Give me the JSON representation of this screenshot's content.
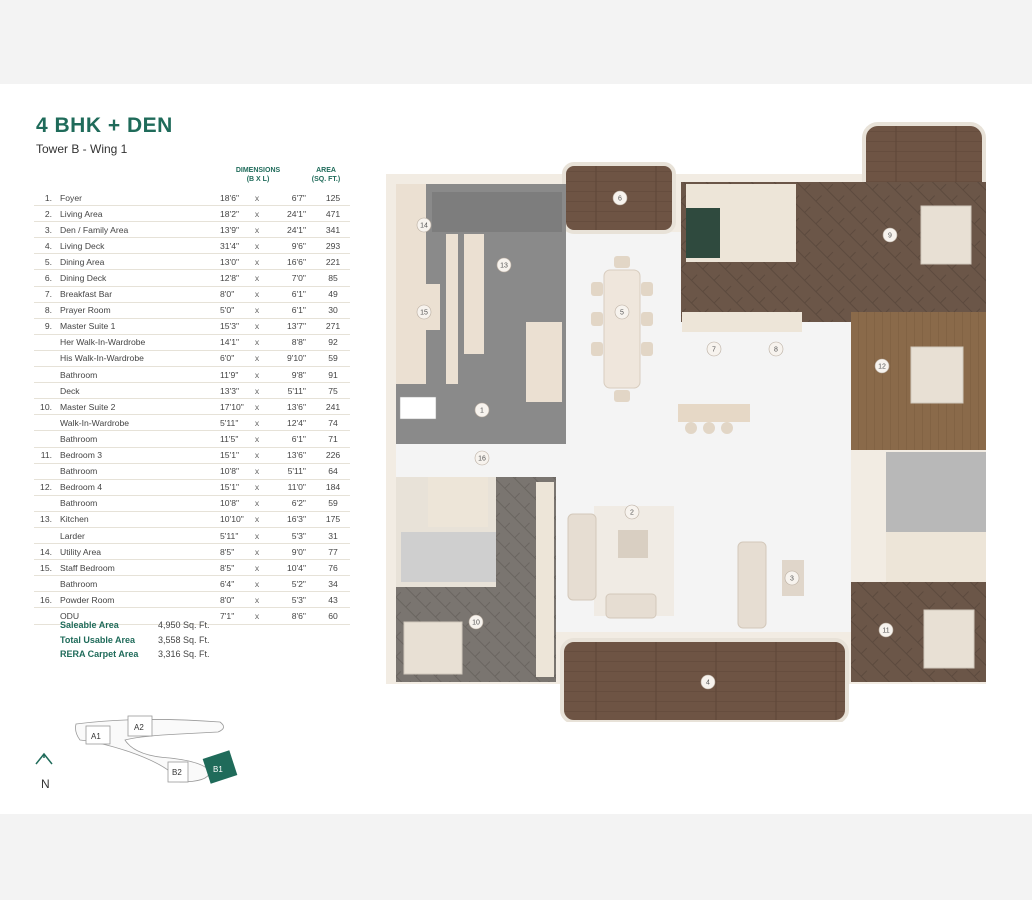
{
  "header": {
    "title": "4 BHK + DEN",
    "subtitle": "Tower B - Wing 1"
  },
  "table": {
    "col_dim_line1": "DIMENSIONS",
    "col_dim_line2": "(B X L)",
    "col_area_line1": "AREA",
    "col_area_line2": "(SQ. FT.)",
    "separator": "x",
    "rows": [
      {
        "num": "1.",
        "name": "Foyer",
        "b": "18'6\"",
        "l": "6'7\"",
        "area": "125"
      },
      {
        "num": "2.",
        "name": "Living Area",
        "b": "18'2\"",
        "l": "24'1\"",
        "area": "471"
      },
      {
        "num": "3.",
        "name": "Den / Family Area",
        "b": "13'9\"",
        "l": "24'1\"",
        "area": "341"
      },
      {
        "num": "4.",
        "name": "Living Deck",
        "b": "31'4\"",
        "l": "9'6\"",
        "area": "293"
      },
      {
        "num": "5.",
        "name": "Dining Area",
        "b": "13'0\"",
        "l": "16'6\"",
        "area": "221"
      },
      {
        "num": "6.",
        "name": "Dining Deck",
        "b": "12'8\"",
        "l": "7'0\"",
        "area": "85"
      },
      {
        "num": "7.",
        "name": "Breakfast Bar",
        "b": "8'0\"",
        "l": "6'1\"",
        "area": "49"
      },
      {
        "num": "8.",
        "name": "Prayer Room",
        "b": "5'0\"",
        "l": "6'1\"",
        "area": "30"
      },
      {
        "num": "9.",
        "name": "Master Suite 1",
        "b": "15'3\"",
        "l": "13'7\"",
        "area": "271"
      },
      {
        "num": "",
        "name": "Her Walk-In-Wardrobe",
        "b": "14'1\"",
        "l": "8'8\"",
        "area": "92"
      },
      {
        "num": "",
        "name": "His Walk-In-Wardrobe",
        "b": "6'0\"",
        "l": "9'10\"",
        "area": "59"
      },
      {
        "num": "",
        "name": "Bathroom",
        "b": "11'9\"",
        "l": "9'8\"",
        "area": "91"
      },
      {
        "num": "",
        "name": "Deck",
        "b": "13'3\"",
        "l": "5'11\"",
        "area": "75"
      },
      {
        "num": "10.",
        "name": "Master Suite 2",
        "b": "17'10\"",
        "l": "13'6\"",
        "area": "241"
      },
      {
        "num": "",
        "name": "Walk-In-Wardrobe",
        "b": "5'11\"",
        "l": "12'4\"",
        "area": "74"
      },
      {
        "num": "",
        "name": "Bathroom",
        "b": "11'5\"",
        "l": "6'1\"",
        "area": "71"
      },
      {
        "num": "11.",
        "name": "Bedroom 3",
        "b": "15'1\"",
        "l": "13'6\"",
        "area": "226"
      },
      {
        "num": "",
        "name": "Bathroom",
        "b": "10'8\"",
        "l": "5'11\"",
        "area": "64"
      },
      {
        "num": "12.",
        "name": "Bedroom 4",
        "b": "15'1\"",
        "l": "11'0\"",
        "area": "184"
      },
      {
        "num": "",
        "name": "Bathroom",
        "b": "10'8\"",
        "l": "6'2\"",
        "area": "59"
      },
      {
        "num": "13.",
        "name": "Kitchen",
        "b": "10'10\"",
        "l": "16'3\"",
        "area": "175"
      },
      {
        "num": "",
        "name": "Larder",
        "b": "5'11\"",
        "l": "5'3\"",
        "area": "31"
      },
      {
        "num": "14.",
        "name": "Utility Area",
        "b": "8'5\"",
        "l": "9'0\"",
        "area": "77"
      },
      {
        "num": "15.",
        "name": "Staff Bedroom",
        "b": "8'5\"",
        "l": "10'4\"",
        "area": "76"
      },
      {
        "num": "",
        "name": "Bathroom",
        "b": "6'4\"",
        "l": "5'2\"",
        "area": "34"
      },
      {
        "num": "16.",
        "name": "Powder Room",
        "b": "8'0\"",
        "l": "5'3\"",
        "area": "43"
      },
      {
        "num": "",
        "name": "ODU",
        "b": "7'1\"",
        "l": "8'6\"",
        "area": "60"
      }
    ]
  },
  "summary": [
    {
      "label": "Saleable Area",
      "value": "4,950 Sq. Ft."
    },
    {
      "label": "Total Usable Area",
      "value": "3,558 Sq. Ft."
    },
    {
      "label": "RERA Carpet Area",
      "value": "3,316 Sq. Ft."
    }
  ],
  "keyplan": {
    "wings": [
      "A1",
      "A2",
      "B2",
      "B1"
    ],
    "highlighted": "B1",
    "north": "N",
    "north_icon": "north-arrow-icon"
  },
  "floorplan": {
    "room_markers": [
      "1",
      "2",
      "3",
      "4",
      "5",
      "6",
      "7",
      "8",
      "9",
      "10",
      "11",
      "12",
      "13",
      "14",
      "15",
      "16"
    ]
  },
  "colors": {
    "accent": "#1f6b5a",
    "wood_dark": "#6b5648",
    "wood_medium": "#8a6a4a",
    "stone_grey": "#7d7d7d",
    "marble": "#f2f2f2",
    "wall": "#f2ece3"
  }
}
